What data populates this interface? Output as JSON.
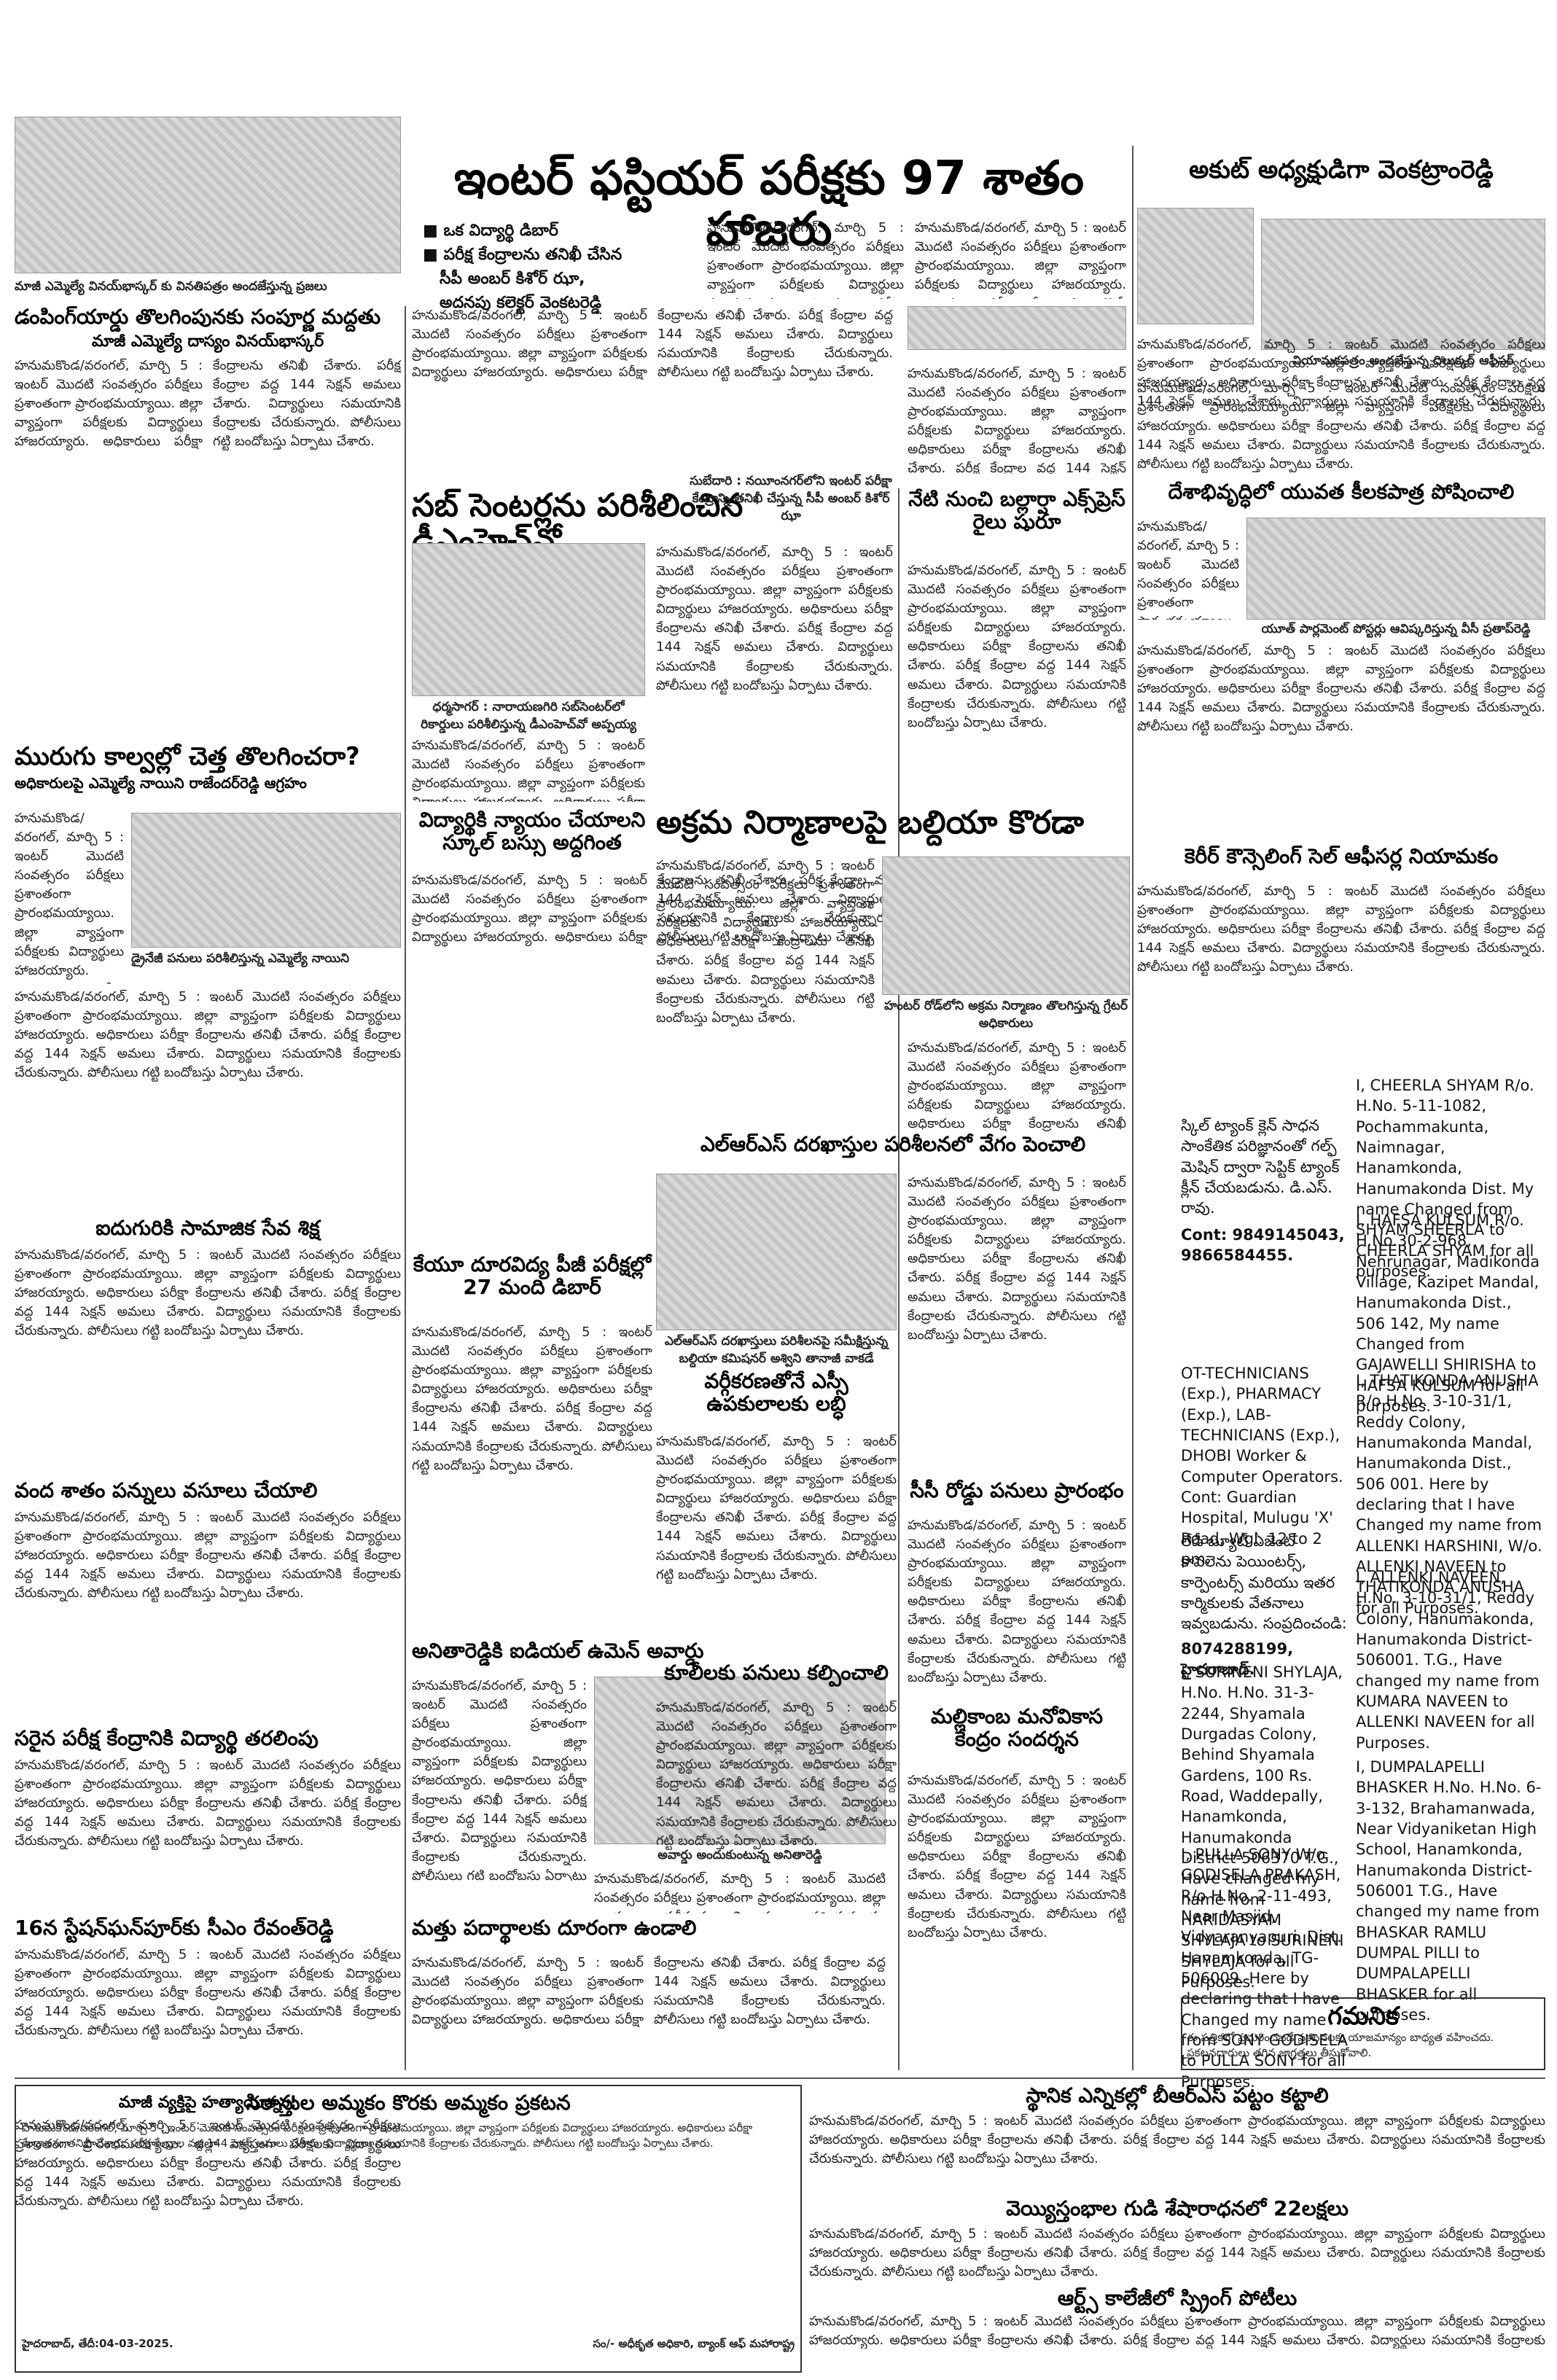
{
  "top": {
    "main_headline": "ఇంటర్ ఫస్టియర్ పరీక్షకు 97 శాతం హాజరు",
    "bullets": [
      "ఒక విద్యార్థి డిబార్",
      "పరీక్ష కేంద్రాలను తనిఖీ చేసిన",
      "సీపీ అంబర్ కిశోర్ ఝా,",
      "అదనపు కలెక్టర్ వెంకటరెడ్డి"
    ],
    "left_caption": "మాజీ ఎమ్మెల్యే వినయ్‌భాస్కర్ కు వినతిపత్రం అందజేస్తున్న ప్రజలు",
    "center_caption": "సుబేదారి : నయీంనగర్‌లోని ఇంటర్ పరీక్షా కేంద్రాన్ని తనిఖీ చేస్తున్న సీపీ అంబర్ కిశోర్ ఝా",
    "right_headline": "అకుట్ అధ్యక్షుడిగా వెంకట్రాంరెడ్డి",
    "right_caption": "నియామకపత్రం అందజేస్తున్న దిలుక్కర్ ఆఫీసర్"
  },
  "col1": {
    "h1": "డంపింగ్‌యార్డు తొలగింపునకు సంపూర్ణ మద్దతు",
    "h1_sub": "మాజీ ఎమ్మెల్యే దాస్యం వినయ్‌భాస్కర్",
    "h2": "మురుగు కాల్వల్లో చెత్త తొలగించరా?",
    "h2_sub": "అధికారులపై ఎమ్మెల్యే నాయిని రాజేందర్‌రెడ్డి ఆగ్రహం",
    "h2_caption": "డ్రైనేజీ పనులు పరిశీలిస్తున్న ఎమ్మెల్యే నాయిని",
    "h3": "ఐదుగురికి సామాజిక సేవ శిక్ష",
    "h4": "వంద శాతం పన్నులు వసూలు చేయాలి",
    "h5": "సరైన పరీక్ష కేంద్రానికి విద్యార్థి తరలింపు",
    "h6": "16న స్టేషన్‌ఘన్‌పూర్‌కు సీఎం రేవంత్‌రెడ్డి",
    "h6_sub": "మాజీ వ్యక్తిపై హత్యాయత్నం!"
  },
  "col2": {
    "h1": "సబ్ సెంటర్లను పరిశీలించిన డీఎంహెచ్‌వో",
    "h1_caption": "ధర్మసాగర్ : నారాయణగిరి సబ్‌సెంటర్‌లో రికార్డులు పరిశీలిస్తున్న డీఎంహెచ్‌వో అప్పయ్య",
    "h2": "విద్యార్థికి న్యాయం చేయాలని స్కూల్ బస్సు అద్దగింత",
    "h3": "కేయూ దూరవిద్య పీజీ పరీక్షల్లో 27 మంది డిబార్",
    "h4": "అనితారెడ్డికి ఐడియల్ ఉమెన్ అవార్డు",
    "h4_caption": "అవార్డు అందుకుంటున్న అనితారెడ్డి",
    "h5": "మత్తు పదార్థాలకు దూరంగా ఉండాలి"
  },
  "col3": {
    "h1": "నేటి నుంచి బల్లార్షా ఎక్స్‌ప్రెస్ రైలు షురూ",
    "h2": "అక్రమ నిర్మాణాలపై బల్దియా కొరడా",
    "h2_caption": "హంటర్ రోడ్‌లోని అక్రమ నిర్మాణం తొలగిస్తున్న గ్రేటర్ అధికారులు",
    "h3": "ఎల్ఆర్ఎస్ దరఖాస్తుల పరిశీలనలో వేగం పెంచాలి",
    "h3_caption": "ఎల్ఆర్ఎస్ దరఖాస్తులు పరిశీలనపై సమీక్షిస్తున్న బల్దియా కమిషనర్ అశ్విని తానాజీ వాకడే",
    "h4": "వర్గీకరణతోనే ఎస్సీ ఉపకులాలకు లబ్ధి",
    "h5": "సీసీ రోడ్డు పనులు ప్రారంభం",
    "h6": "కూలీలకు పనులు కల్పించాలి",
    "h7": "మల్లికాంబ మనోవికాస కేంద్రం సందర్శన"
  },
  "col4": {
    "h1": "దేశాభివృద్ధిలో యువత కీలకపాత్ర పోషించాలి",
    "h1_caption": "యూత్ పార్లమెంట్ పోస్టర్లు ఆవిష్కరిస్తున్న వీసీ ప్రతాప్‌రెడ్డి",
    "h2": "కెరీర్ కౌన్సెలింగ్ సెల్ ఆఫీసర్ల నియామకం"
  },
  "classifieds": [
    {
      "name": "CHEERLA SHYAM",
      "text": "I, CHEERLA SHYAM R/o. H.No. 5-11-1082, Pochammakunta, Naimnagar, Hanamkonda, Hanumakonda Dist. My name Changed from SHYAM SHEERLA to CHEERLA SHYAM for all purposes."
    },
    {
      "name": "HAFSA KULSUM",
      "text": "I, HAFSA KULSUM R/o. H.No.30-2-968, Nehrunagar, Madikonda Village, Kazipet Mandal, Hanumakonda Dist., 506 142, My name Changed from GAJAWELLI SHIRISHA to HAFSA KULSUM for all purposes."
    },
    {
      "name": "THATIKONDA ANUSHA",
      "text": "I, THATIKONDA ANUSHA R/o H.No. 3-10-31/1, Reddy Colony, Hanumakonda Mandal, Hanumakonda Dist., 506 001. Here by declaring that I have Changed my name from ALLENKI HARSHINI, W/o. ALLENKI NAVEEN to THATIKONDA ANUSHA for all Purposes."
    },
    {
      "name": "SURINENI SHYLAJA",
      "text": "I, SURINENI SHYLAJA, H.No. H.No. 31-3-2244, Shyamala Durgadas Colony, Behind Shyamala Gardens, 100 Rs. Road, Waddepally, Hanamkonda, Hanumakonda District-506370 T.G., Have changed my name from HARIDASYAM SHYLAJA to SURINENI SHYLAJA for all Purposes."
    },
    {
      "name": "ALLENKI NAVEEN",
      "text": "I, ALLENKI NAVEEN, H.No. 3-10-31/1, Reddy Colony, Hanumakonda, Hanumakonda District-506001. T.G., Have changed my name from KUMARA NAVEEN to ALLENKI NAVEEN for all Purposes."
    },
    {
      "name": "PULLA SONY",
      "text": "I, PULLA SONY W/o GODISELA PRAKASH, R/o H.No. 2-11-493, Near Masjid, Vidyaranyapuri, Dist. Hanamkonda, TG- 506009. Here by declaring that I have Changed my name from SONY GODISELA to PULLA SONY for all Purposes."
    },
    {
      "name": "DUMPALAPELLI BHASKER",
      "text": "I, DUMPALAPELLI BHASKER H.No. H.No. 6-3-132, Brahamanwada, Near Vidyaniketan High School, Hanamkonda, Hanumakonda District-506001 T.G., Have changed my name from BHASKAR RAMLU DUMPAL PILLI to DUMPALAPELLI BHASKER for all purposes."
    }
  ],
  "classified_ad1": {
    "text": "స్కిల్ ట్యాంక్ క్లెన్ సాధన సాంకేతిక పరిజ్ఞానంతో గల్ఫ్ మెషిన్ ద్వారా సెప్టిక్ ట్యాంక్ క్లీన్ చేయబడును. డి.ఎస్. రావు.",
    "contact": "Cont: 9849145043, 9866584455."
  },
  "classified_ad2": {
    "text": "OT-TECHNICIANS (Exp.), PHARMACY (Exp.), LAB-TECHNICIANS (Exp.), DHOBI Worker & Computer Operators. Cont: Guardian Hospital, Mulugu 'X' Road, Wgl. 12 to 2 pm."
  },
  "classified_ad3": {
    "text": "లేడీ బ్యూటీ ఏజెంట్ కావలెను పెయింటర్స్, కార్పెంటర్స్ మరియు ఇతర కార్మికులకు వేతనాలు ఇవ్వబడును. సంప్రదించండి:",
    "contact": "8074288199, హైదరాబాద్."
  },
  "notice_box": {
    "title": "గమనిక",
    "text": "ఈ పత్రికలో ప్రచురించబడే ప్రకటనలకు యాజమాన్యం బాధ్యత వహించదు. ప్రకటనదారులు తగిన జాగ్రత్తలు తీసుకోవాలి."
  },
  "bottom": {
    "h1": "సిరాస్తుల అమ్మకం కొరకు అమ్మకం ప్రకటన",
    "h2": "స్థానిక ఎన్నికల్లో బీఆర్ఎస్ పట్టం కట్టాలి",
    "h3": "వెయ్యిస్తంభాల గుడి శేషారాధనలో 22లక్షలు",
    "h4": "ఆర్ట్స్ కాలేజీలో స్ప్రింగ్ పోటీలు",
    "tender_footer": "హైదరాబాద్, తేదీ:04-03-2025.",
    "tender_sign": "సం/- అధీకృత అధికారి, బ్యాంక్ ఆఫ్ మహారాష్ట్ర"
  },
  "body_text": "హనుమకొండ/వరంగల్, మార్చి 5 : ఇంటర్ మొదటి సంవత్సరం పరీక్షలు ప్రశాంతంగా ప్రారంభమయ్యాయి. జిల్లా వ్యాప్తంగా పరీక్షలకు విద్యార్థులు హాజరయ్యారు. అధికారులు పరీక్షా కేంద్రాలను తనిఖీ చేశారు. పరీక్ష కేంద్రాల వద్ద 144 సెక్షన్ అమలు చేశారు. విద్యార్థులు సమయానికి కేంద్రాలకు చేరుకున్నారు. పోలీసులు గట్టి బందోబస్తు ఏర్పాటు చేశారు."
}
